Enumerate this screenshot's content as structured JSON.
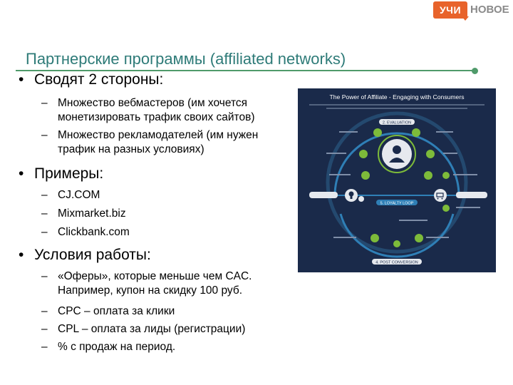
{
  "logo": {
    "badge": "УЧИ",
    "text": "НОВОЕ"
  },
  "slide": {
    "title": "Партнерские программы (affiliated networks)",
    "sections": [
      {
        "heading": "Сводят 2 стороны:",
        "items": [
          "Множество вебмастеров (им хочется монетизировать трафик своих сайтов)",
          "Множество рекламодателей (им нужен трафик на разных условиях)"
        ]
      },
      {
        "heading": "Примеры:",
        "items": [
          "CJ.COM",
          "Mixmarket.biz",
          "Clickbank.com"
        ]
      },
      {
        "heading": "Условия работы:",
        "items": [
          "«Оферы», которые меньше чем CAC. Например, купон на скидку 100 руб.",
          "CPC – оплата за клики",
          "CPL – оплата за лиды (регистрации)",
          "% с продаж на период."
        ]
      }
    ]
  },
  "infographic": {
    "title": "The Power of Affiliate - Engaging with Consumers",
    "stage_2": "2. EVALUATION",
    "stage_5": "5. LOYALTY LOOP",
    "stage_4": "4. POST CONVERSION",
    "colors": {
      "background": "#1a2a4a",
      "accent": "#7dbb3a",
      "ring": "#2f7fb6"
    }
  }
}
